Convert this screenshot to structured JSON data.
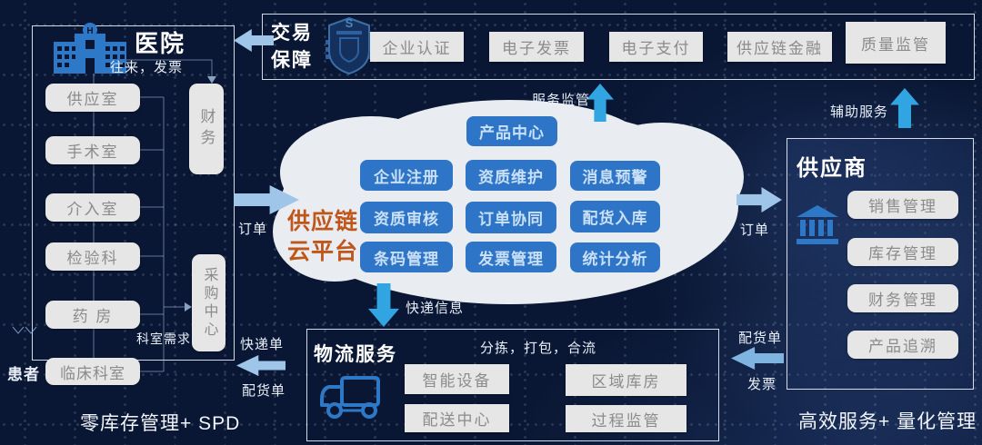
{
  "hospital": {
    "title": "医院",
    "flow_label": "往来，发票",
    "depts": [
      "供应室",
      "手术室",
      "介入室",
      "检验科",
      "药 房",
      "临床科室"
    ],
    "finance": "财务",
    "procurement": "采购中心",
    "dept_demand": "科室需求",
    "patient": "患者",
    "caption": "零库存管理+ SPD"
  },
  "transaction": {
    "title_line1": "交易",
    "title_line2": "保障",
    "items": [
      "企业认证",
      "电子发票",
      "电子支付",
      "供应链金融",
      "质量监管"
    ]
  },
  "cloud": {
    "title_line1": "供应链",
    "title_line2": "云平台",
    "modules": [
      "产品中心",
      "企业注册",
      "资质维护",
      "消息预警",
      "资质审核",
      "订单协同",
      "配货入库",
      "条码管理",
      "发票管理",
      "统计分析"
    ]
  },
  "supplier": {
    "title": "供应商",
    "items": [
      "销售管理",
      "库存管理",
      "财务管理",
      "产品追溯"
    ],
    "caption": "高效服务+ 量化管理"
  },
  "logistics": {
    "title": "物流服务",
    "note": "分拣，打包，合流",
    "items": [
      "智能设备",
      "配送中心",
      "区域库房",
      "过程监管"
    ]
  },
  "flows": {
    "service_supervision": "服务监管",
    "auxiliary_service": "辅助服务",
    "order_to_platform": "订单",
    "order_to_supplier": "订单",
    "express_info": "快递信息",
    "express_note": "快递单",
    "delivery_note_hospital": "配货单",
    "delivery_note_supplier": "配货单",
    "invoice": "发票"
  },
  "colors": {
    "background": "#0a1734",
    "accent_blue": "#2e78c8",
    "cloud_fill": "#e9edf2",
    "cloud_title_orange": "#c0571a",
    "arrow_cyan": "#30a5e2",
    "arrow_light_blue": "#9fc5e8",
    "box_gray": "#e6e6e6"
  }
}
